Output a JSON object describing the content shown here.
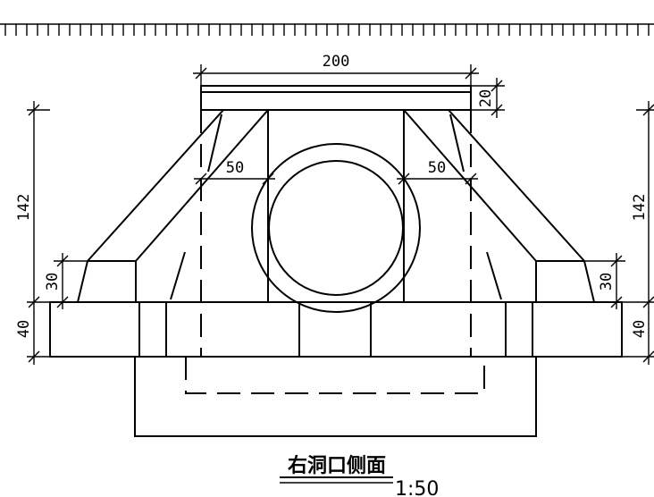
{
  "dimensions": {
    "top_width": "200",
    "cap_height": "20",
    "left_height": "142",
    "right_height": "142",
    "left_wing_height": "30",
    "right_wing_height": "30",
    "left_base_height": "40",
    "right_base_height": "40",
    "left_offset": "50",
    "right_offset": "50"
  },
  "title": {
    "text": "右洞口侧面",
    "scale": "1:50"
  }
}
